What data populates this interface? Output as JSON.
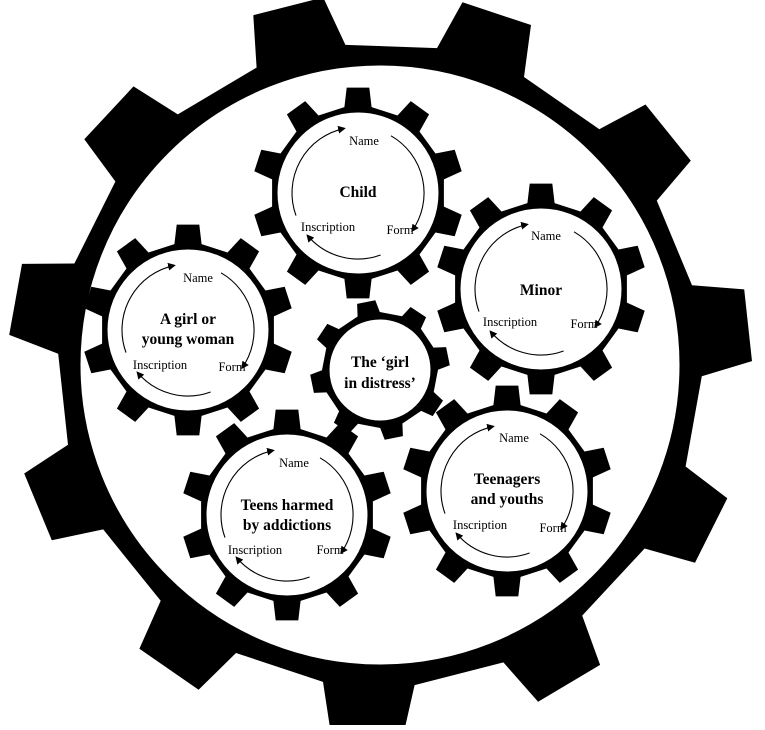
{
  "colors": {
    "ink": "#000000",
    "paper": "#ffffff"
  },
  "cycle_labels": {
    "name": "Name",
    "form": "Form",
    "inscription": "Inscription"
  },
  "center_gear": {
    "lines": [
      "The ‘girl",
      "in distress’"
    ]
  },
  "gears": [
    {
      "key": "child",
      "lines": [
        "Child"
      ]
    },
    {
      "key": "minor",
      "lines": [
        "Minor"
      ]
    },
    {
      "key": "teenagers",
      "lines": [
        "Teenagers",
        "and youths"
      ]
    },
    {
      "key": "teens-addictions",
      "lines": [
        "Teens harmed",
        "by addictions"
      ]
    },
    {
      "key": "girl-woman",
      "lines": [
        "A girl or",
        "young woman"
      ]
    }
  ]
}
